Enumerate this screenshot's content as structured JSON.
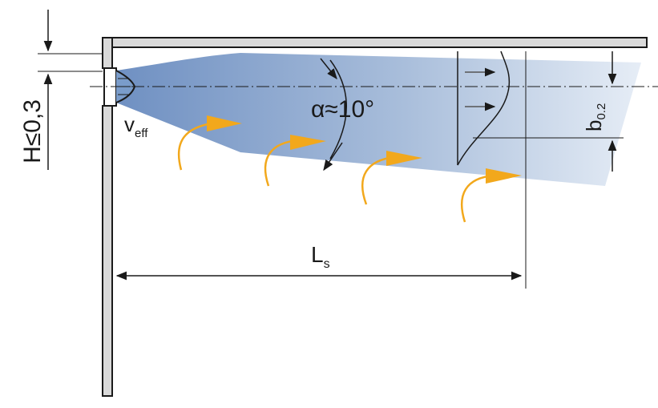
{
  "labels": {
    "height_main": "H≤0,3",
    "velocity_main": "v",
    "velocity_sub": "eff",
    "angle": "α≈10°",
    "width_main": "b",
    "width_sub": "0.2",
    "length_main": "L",
    "length_sub": "s"
  },
  "colors": {
    "jet_dark": "#6f90c2",
    "jet_light": "#e6edf6",
    "induced_air": "#f2a81c",
    "wall_fill": "#d9d9d9",
    "line": "#1a1a1a"
  }
}
